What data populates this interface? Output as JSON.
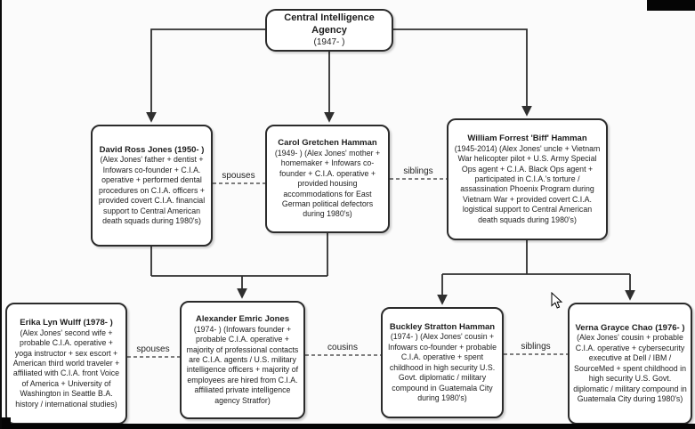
{
  "meta": {
    "background_color": "#fbfbfb",
    "node_fill_color": "#ffffff",
    "node_border_color": "#2b2b2b",
    "connector_color": "#2f2f2f"
  },
  "root": {
    "name": "Central Intelligence Agency",
    "dates": "(1947- )"
  },
  "gen2": [
    {
      "name": "David Ross Jones (1950- )",
      "details": "(Alex Jones' father + dentist + Infowars co-founder + C.I.A. operative + performed dental procedures on C.I.A. officers + provided covert C.I.A. financial support to Central American death squads during 1980's)"
    },
    {
      "name": "Carol Gretchen Hamman",
      "details": "(1949- ) (Alex Jones' mother + homemaker + Infowars co-founder + C.I.A. operative + provided housing accommodations for East German political defectors during 1980's)"
    },
    {
      "name": "William Forrest 'Biff' Hamman",
      "details": "(1945-2014) (Alex Jones' uncle + Vietnam War helicopter pilot + U.S. Army Special Ops agent + C.I.A. Black Ops agent + participated in C.I.A.'s torture / assassination Phoenix Program during Vietnam War + provided covert C.I.A. logistical support to Central American death squads during 1980's)"
    }
  ],
  "gen3": [
    {
      "name": "Erika Lyn Wulff (1978- )",
      "details": "(Alex Jones' second wife + probable C.I.A. operative + yoga instructor + sex escort + American third world traveler + affiliated with C.I.A. front Voice of America + University of Washington in Seattle B.A. history / international studies)"
    },
    {
      "name": "Alexander Emric Jones",
      "details": "(1974- ) (Infowars founder + probable C.I.A. operative + majority of professional contacts are C.I.A. agents / U.S. military intelligence officers + majority of employees are hired from C.I.A. affiliated private intelligence agency Stratfor)"
    },
    {
      "name": "Buckley Stratton Hamman",
      "details": "(1974- ) (Alex Jones' cousin + Infowars co-founder + probable C.I.A. operative + spent childhood in high security U.S. Govt. diplomatic / military compound in Guatemala City during 1980's)"
    },
    {
      "name": "Verna Grayce Chao (1976- )",
      "details": "(Alex Jones' cousin + probable C.I.A. operative + cybersecurity executive at Dell / IBM / SourceMed + spent childhood in high security U.S. Govt. diplomatic / military compound in Guatemala City during 1980's)"
    }
  ],
  "relations": {
    "gen2_spouses": "spouses",
    "gen2_siblings": "siblings",
    "gen3_spouses": "spouses",
    "gen3_cousins": "cousins",
    "gen3_siblings": "siblings"
  }
}
